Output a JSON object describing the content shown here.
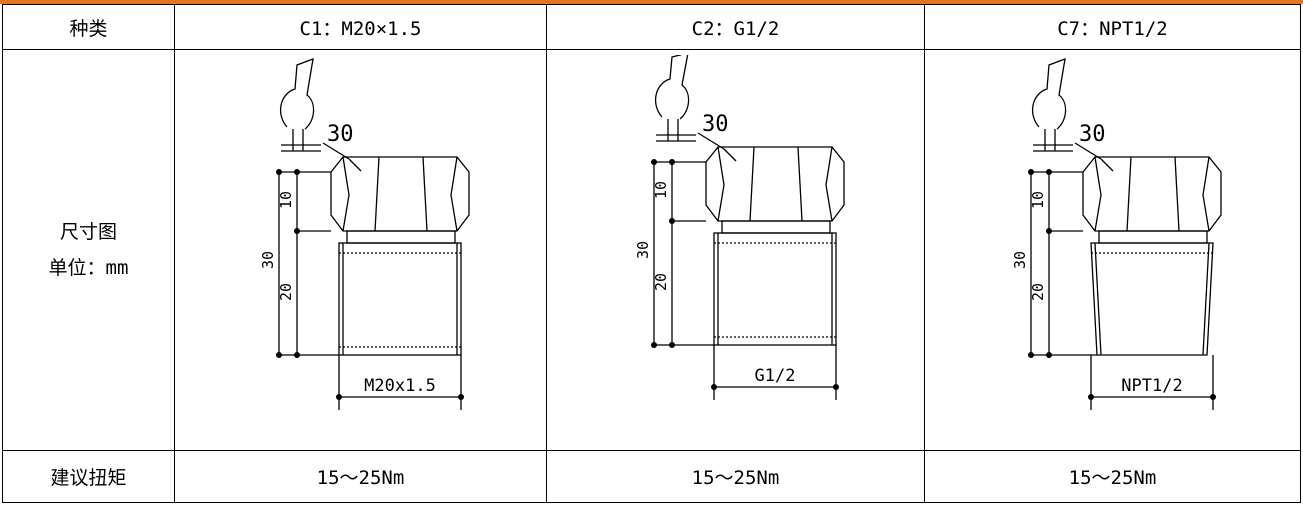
{
  "header": {
    "kind_label": "种类",
    "c1": "C1：M20×1.5",
    "c2": "C2：G1/2",
    "c7": "C7：NPT1/2"
  },
  "drawing_row": {
    "label_line1": "尺寸图",
    "label_line2": "单位：mm",
    "dims": {
      "wrench": "30",
      "total": "30",
      "hex": "10",
      "thread": "20"
    },
    "thread_labels": {
      "c1": "M20x1.5",
      "c2": "G1/2",
      "c7": "NPT1/2"
    }
  },
  "torque_row": {
    "label": "建议扭矩",
    "c1": "15～25Nm",
    "c2": "15～25Nm",
    "c7": "15～25Nm"
  },
  "colors": {
    "accent_bar": "#e8731f",
    "line": "#000000"
  }
}
